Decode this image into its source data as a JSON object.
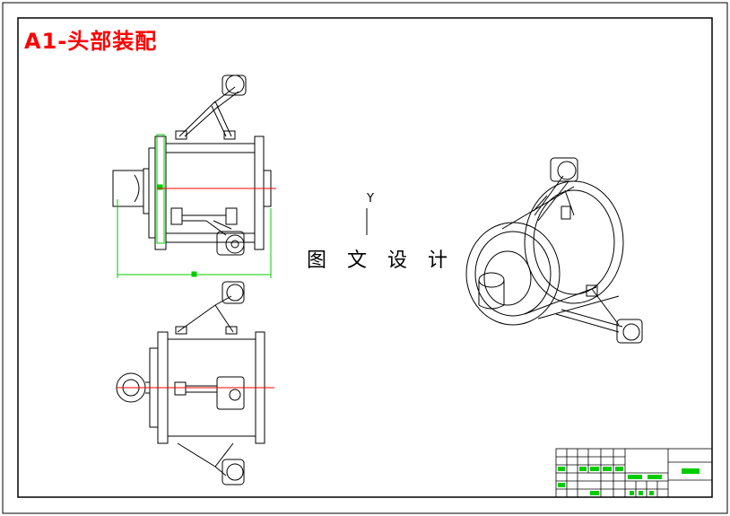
{
  "drawing": {
    "title": "A1-头部装配",
    "watermark": "图 文 设 计",
    "ucs_axis_label": "Y"
  },
  "colors": {
    "title": "#ff0000",
    "centerline": "#ff0000",
    "dimension": "#00cc00",
    "outline": "#000000",
    "title_block_text": "#00cc00"
  }
}
